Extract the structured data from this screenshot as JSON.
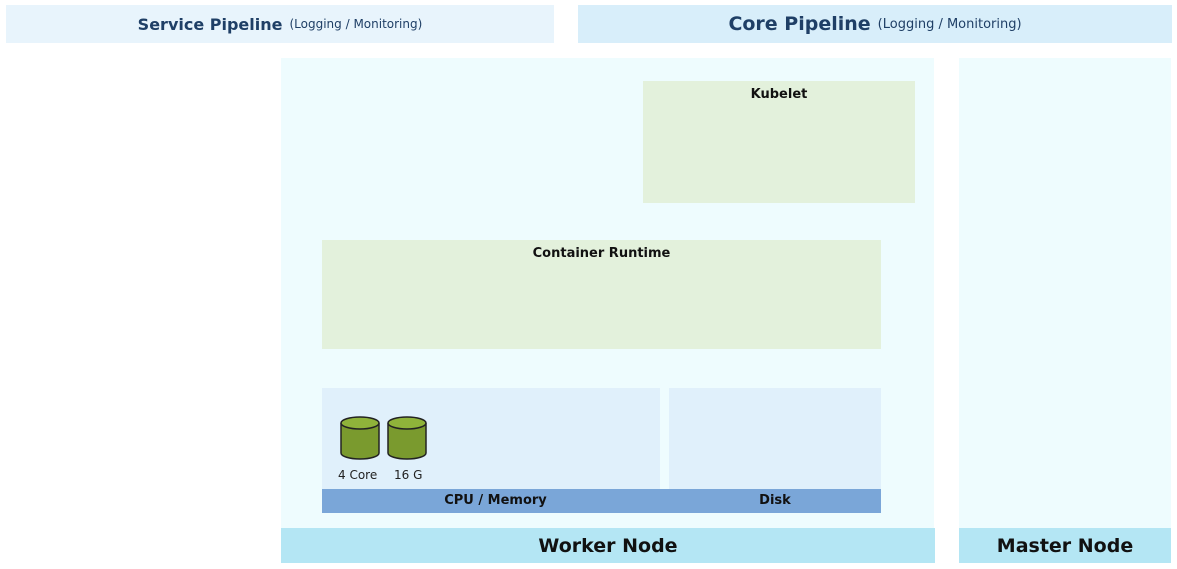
{
  "headers": {
    "service": {
      "title": "Service Pipeline",
      "subtitle": "(Logging / Monitoring)"
    },
    "core": {
      "title": "Core Pipeline",
      "subtitle": "(Logging / Monitoring)"
    }
  },
  "worker": {
    "kubelet": "Kubelet",
    "container_runtime": "Container Runtime",
    "resources": {
      "cpu_memory_label": "CPU / Memory",
      "disk_label": "Disk",
      "cpu": "4 Core",
      "memory": "16 G"
    },
    "label": "Worker Node"
  },
  "master": {
    "label": "Master Node"
  },
  "colors": {
    "header_light": "#e8f4fc",
    "header": "#d8eefa",
    "node_area": "#eefcfe",
    "component": "#e3f1dc",
    "resource_area": "#e0f0fb",
    "resource_bar": "#7aa6d8",
    "node_label": "#b4e6f4",
    "cylinder_fill": "#7a9a2e",
    "cylinder_top": "#8fb33a"
  }
}
